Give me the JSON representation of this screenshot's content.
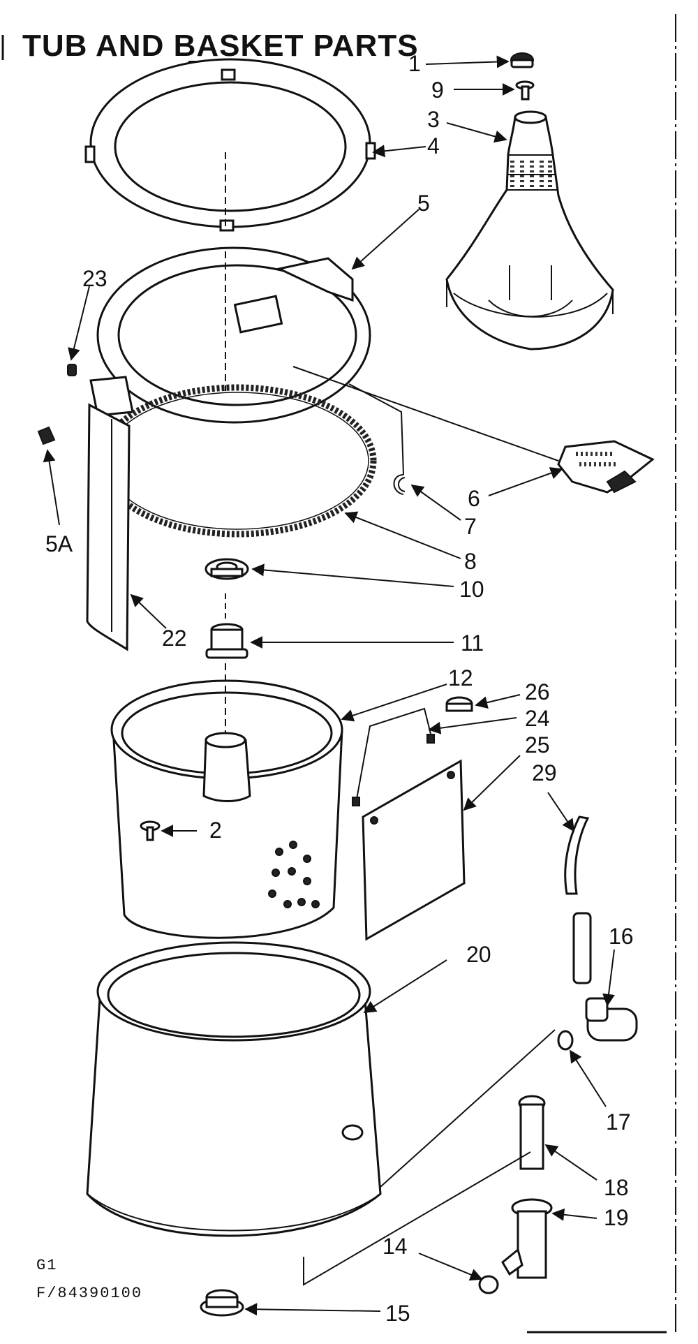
{
  "diagram": {
    "title": "TUB AND BASKET PARTS",
    "code_line1": "G1",
    "code_line2": "F/84390100",
    "callouts": {
      "p1": "1",
      "p9": "9",
      "p3": "3",
      "p4": "4",
      "p5": "5",
      "p23": "23",
      "p5a": "5A",
      "p6": "6",
      "p7": "7",
      "p8": "8",
      "p10": "10",
      "p22": "22",
      "p11": "11",
      "p12": "12",
      "p26": "26",
      "p24": "24",
      "p25": "25",
      "p29": "29",
      "p16": "16",
      "p20": "20",
      "p2": "2",
      "p17": "17",
      "p18": "18",
      "p19": "19",
      "p14": "14",
      "p15": "15"
    }
  }
}
